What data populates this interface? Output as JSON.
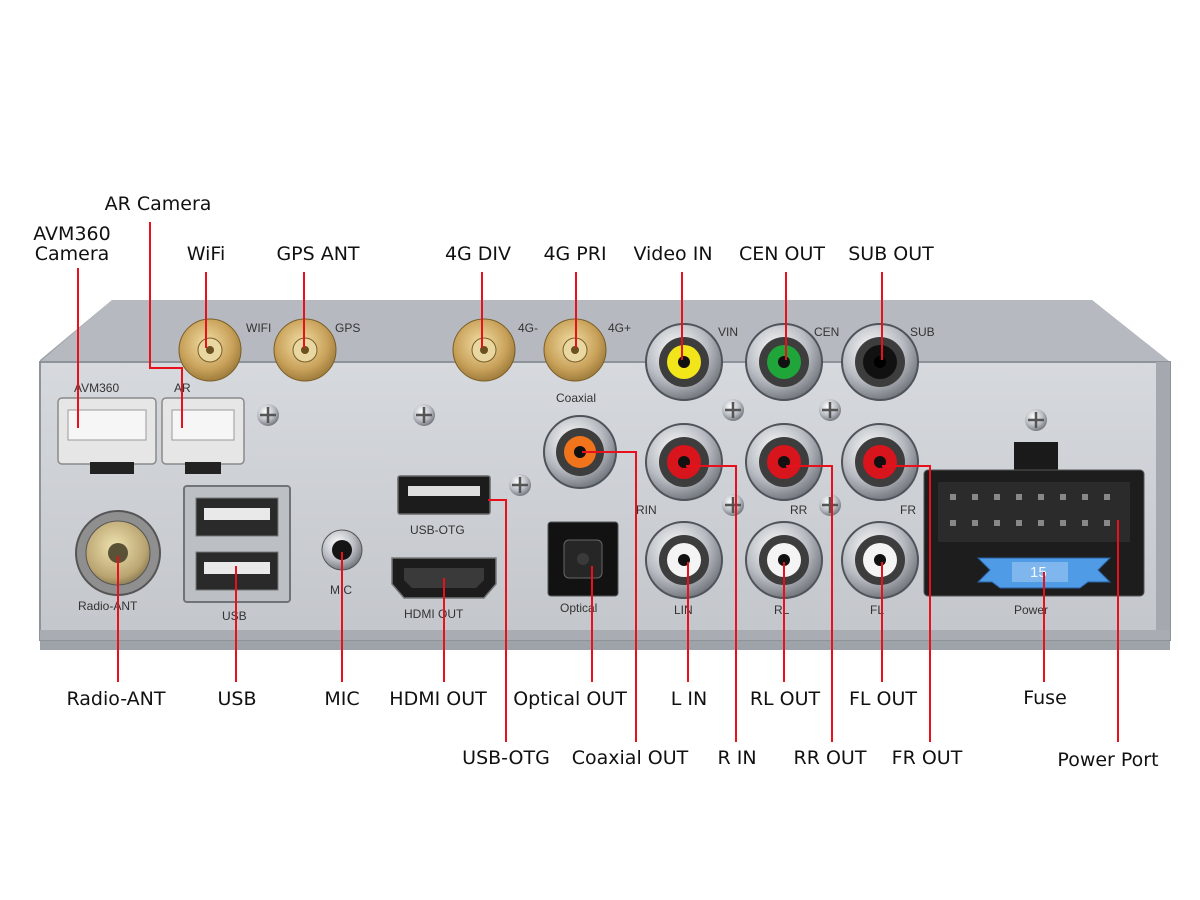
{
  "callouts": {
    "avm360_camera_line1": "AVM360",
    "avm360_camera_line2": "Camera",
    "ar_camera": "AR Camera",
    "wifi": "WiFi",
    "gps_ant": "GPS ANT",
    "g4_div": "4G DIV",
    "g4_pri": "4G PRI",
    "video_in": "Video IN",
    "cen_out": "CEN OUT",
    "sub_out": "SUB OUT",
    "radio_ant": "Radio-ANT",
    "usb": "USB",
    "mic": "MIC",
    "hdmi_out": "HDMI OUT",
    "optical_out": "Optical OUT",
    "l_in": "L IN",
    "rl_out": "RL OUT",
    "fl_out": "FL OUT",
    "fuse": "Fuse",
    "usb_otg": "USB-OTG",
    "coaxial_out": "Coaxial OUT",
    "r_in": "R IN",
    "rr_out": "RR OUT",
    "fr_out": "FR OUT",
    "power_port": "Power Port"
  },
  "panel_labels": {
    "avm360": "AVM360",
    "ar": "AR",
    "wifi": "WIFI",
    "gps": "GPS",
    "g4_minus": "4G-",
    "g4_plus": "4G+",
    "vin": "VIN",
    "cen": "CEN",
    "sub": "SUB",
    "coaxial": "Coaxial",
    "rin": "RIN",
    "rr": "RR",
    "fr": "FR",
    "usb_otg": "USB-OTG",
    "mic": "MIC",
    "usb": "USB",
    "radio_ant": "Radio-ANT",
    "hdmi_out": "HDMI  OUT",
    "optical": "Optical",
    "lin": "LIN",
    "rl": "RL",
    "fl": "FL",
    "power": "Power",
    "fuse_rating": "15"
  },
  "colors": {
    "leader_line": "#e8101a",
    "panel": "#c9ccd1",
    "rca_yellow": "#f2e51a",
    "rca_green": "#1fa53a",
    "rca_black": "#111111",
    "rca_red": "#d8141c",
    "rca_white": "#f4f4f4",
    "rca_orange": "#f0741c",
    "fuse_blue": "#4f9be6",
    "sma_gold": "#c8a15a"
  }
}
